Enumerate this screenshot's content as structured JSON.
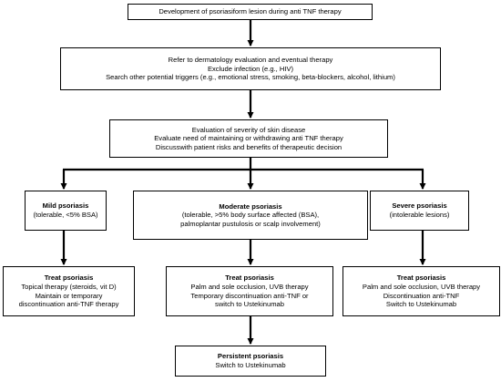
{
  "boxes": {
    "development": {
      "lines": [
        "Development of psoriasiform lesion during anti TNF therapy"
      ]
    },
    "refer": {
      "lines": [
        "Refer to dermatology evaluation and eventual therapy",
        "Exclude infection (e.g., HIV)",
        "Search other potential triggers (e.g., emotional stress, smoking, beta-blockers, alcohol, lithium)"
      ]
    },
    "evaluation": {
      "lines": [
        "Evaluation of severity of skin disease",
        "Evaluate need of maintaining or withdrawing anti TNF therapy",
        "Discusswith patient risks and benefits of therapeutic decision"
      ]
    },
    "mild": {
      "title": "Mild psoriasis",
      "lines": [
        "(tolerable, <5% BSA)"
      ]
    },
    "moderate": {
      "title": "Moderate  psoriasis",
      "lines": [
        "(tolerable, >5% body surface affected (BSA),",
        "palmoplantar pustulosis or scalp involvement)"
      ]
    },
    "severe": {
      "title": "Severe psoriasis",
      "lines": [
        "(intolerable lesions)"
      ]
    },
    "treat_mild": {
      "title": "Treat psoriasis",
      "lines": [
        "Topical therapy (steroids, vit D)",
        "Maintain or temporary",
        "discontinuation anti-TNF therapy"
      ]
    },
    "treat_moderate": {
      "title": "Treat psoriasis",
      "lines": [
        "Palm and sole occlusion, UVB therapy",
        "Temporary discontinuation anti-TNF or",
        "switch to Ustekinumab"
      ]
    },
    "treat_severe": {
      "title": "Treat psoriasis",
      "lines": [
        "Palm and sole occlusion, UVB therapy",
        "Discontinuation anti-TNF",
        "Switch to Ustekinumab"
      ]
    },
    "persistent": {
      "title": "Persistent psoriasis",
      "lines": [
        "Switch to Ustekinumab"
      ]
    }
  }
}
